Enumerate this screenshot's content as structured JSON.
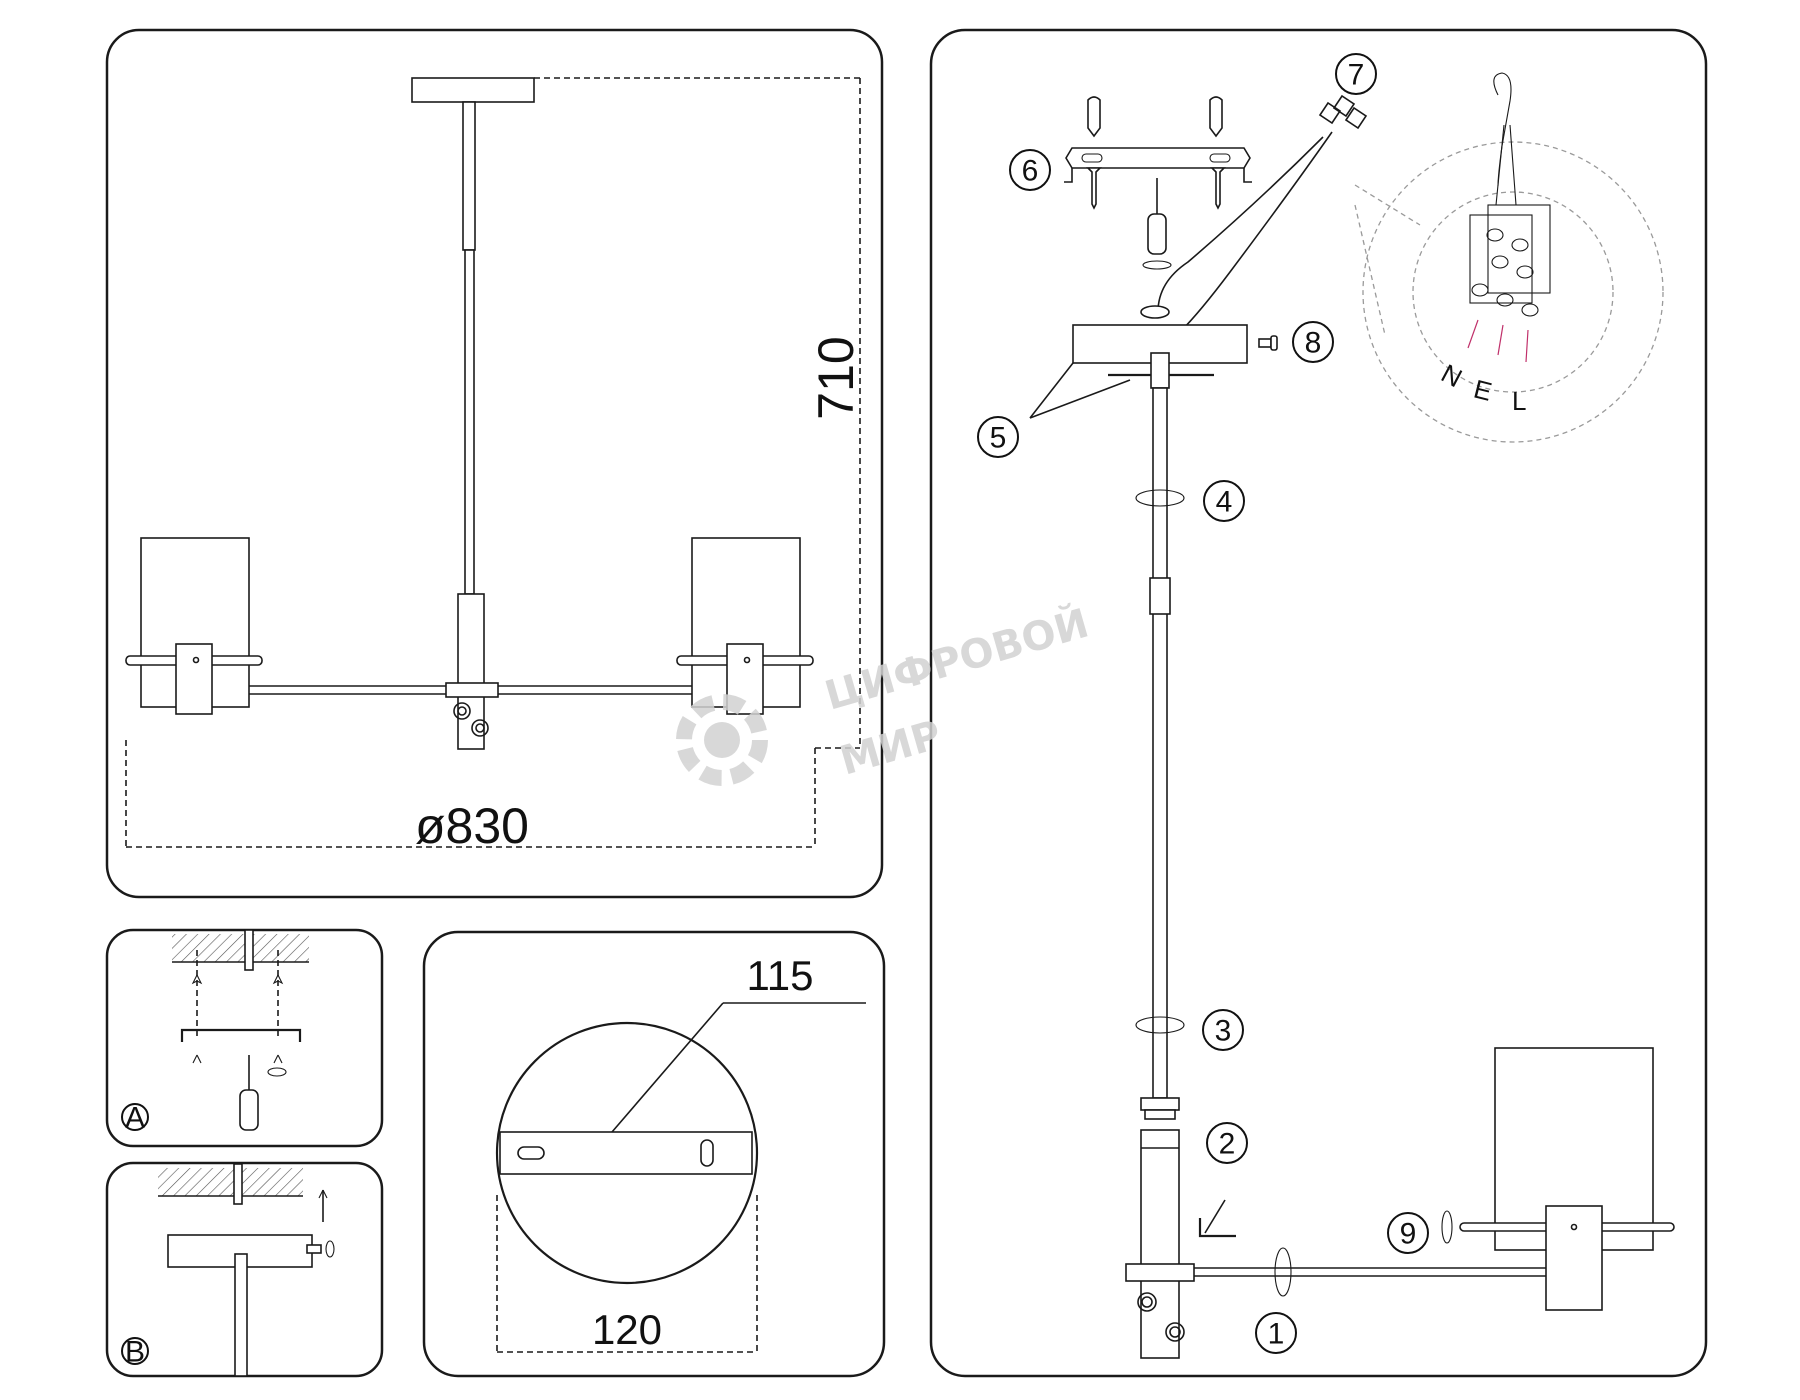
{
  "dimensions": {
    "height": "710",
    "diameter": "ø830",
    "bracket_length": "115",
    "canopy_diameter": "120"
  },
  "callouts": [
    "1",
    "2",
    "3",
    "4",
    "5",
    "6",
    "7",
    "8",
    "9"
  ],
  "detail_labels": {
    "a": "A",
    "b": "B"
  },
  "wiring": {
    "n": "N",
    "e": "E",
    "l": "L"
  },
  "watermark": {
    "line1": "ЦИФРОВОЙ",
    "line2": "МИР"
  },
  "colors": {
    "line": "#1a1a1a",
    "watermark": "#d2d2d2",
    "wire_marks": "#c0306a"
  }
}
